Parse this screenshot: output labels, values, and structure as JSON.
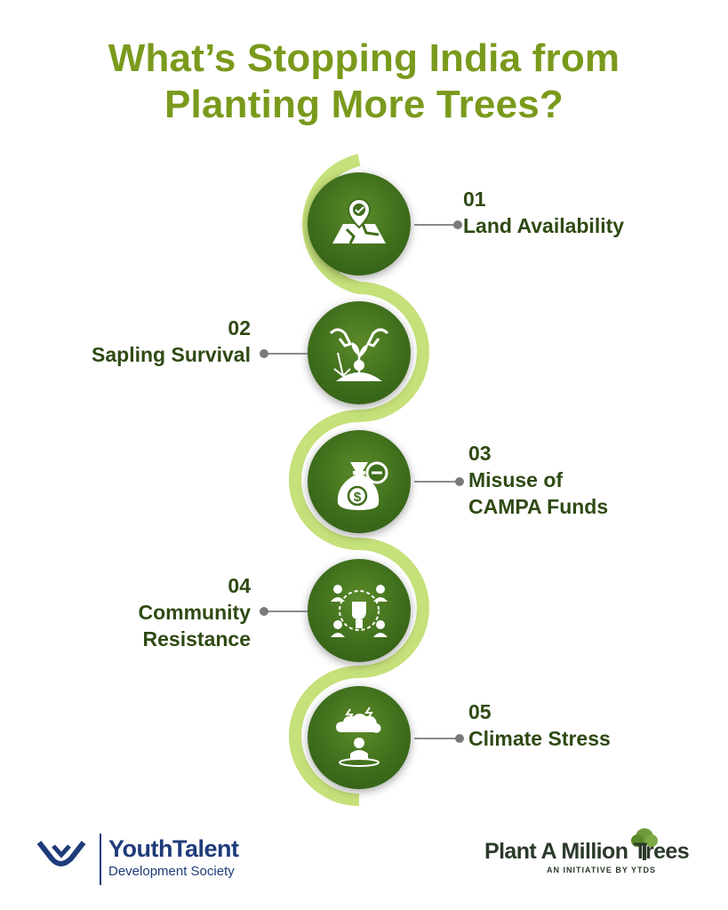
{
  "title": {
    "line1": "What’s Stopping India from",
    "line2": "Planting More Trees?"
  },
  "colors": {
    "title": "#7a9a1c",
    "path": "#c6e07a",
    "node": "#3f6e1c",
    "label": "#2f4a14"
  },
  "items": [
    {
      "number": "01",
      "label": "Land Availability",
      "icon": "map-location-icon"
    },
    {
      "number": "02",
      "label": "Sapling Survival",
      "icon": "sapling-hands-icon"
    },
    {
      "number": "03",
      "label_line1": "Misuse of",
      "label_line2": "CAMPA Funds",
      "icon": "money-bag-minus-icon"
    },
    {
      "number": "04",
      "label_line1": "Community",
      "label_line2": "Resistance",
      "icon": "community-fist-icon"
    },
    {
      "number": "05",
      "label": "Climate Stress",
      "icon": "storm-person-icon"
    }
  ],
  "footer": {
    "ytds_name": "YouthTalent",
    "ytds_sub": "Development Society",
    "pamt_name": "Plant A Million Trees",
    "pamt_sub": "AN INITIATIVE BY YTDS"
  }
}
